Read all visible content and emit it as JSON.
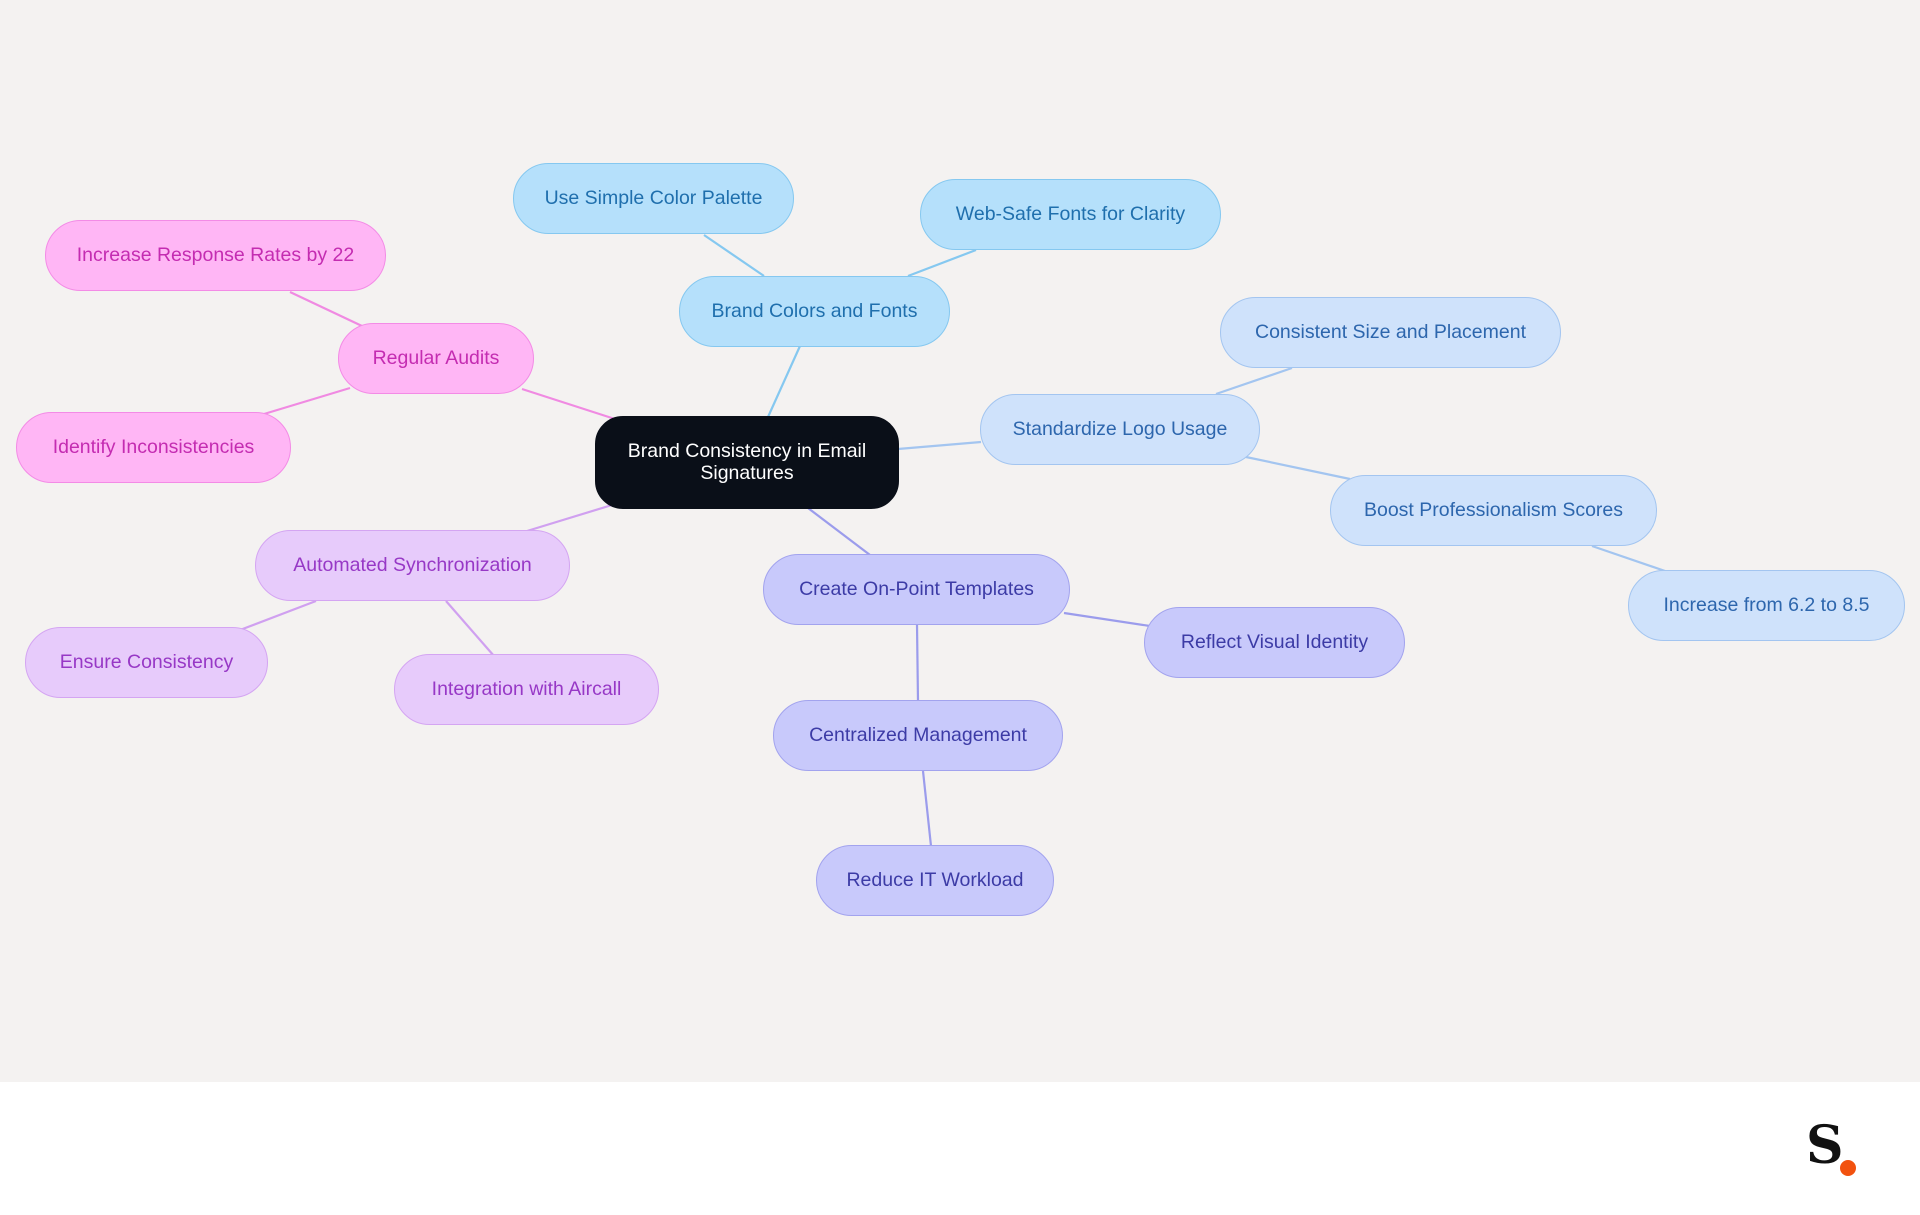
{
  "diagram": {
    "type": "mind-map",
    "root": {
      "id": "root",
      "label": "Brand Consistency in Email Signatures"
    },
    "nodes": [
      {
        "id": "colors",
        "label": "Brand Colors and Fonts",
        "parent": "root",
        "color": "sky"
      },
      {
        "id": "palette",
        "label": "Use Simple Color Palette",
        "parent": "colors",
        "color": "sky"
      },
      {
        "id": "fonts",
        "label": "Web-Safe Fonts for Clarity",
        "parent": "colors",
        "color": "sky"
      },
      {
        "id": "logo",
        "label": "Standardize Logo Usage",
        "parent": "root",
        "color": "blue"
      },
      {
        "id": "size",
        "label": "Consistent Size and Placement",
        "parent": "logo",
        "color": "blue"
      },
      {
        "id": "prof",
        "label": "Boost Professionalism Scores",
        "parent": "logo",
        "color": "blue"
      },
      {
        "id": "incr",
        "label": "Increase from 6.2 to 8.5",
        "parent": "prof",
        "color": "blue"
      },
      {
        "id": "tmpl",
        "label": "Create On-Point Templates",
        "parent": "root",
        "color": "indigo"
      },
      {
        "id": "visual",
        "label": "Reflect Visual Identity",
        "parent": "tmpl",
        "color": "indigo"
      },
      {
        "id": "central",
        "label": "Centralized Management",
        "parent": "tmpl",
        "color": "indigo"
      },
      {
        "id": "it",
        "label": "Reduce IT Workload",
        "parent": "central",
        "color": "indigo"
      },
      {
        "id": "auto",
        "label": "Automated Synchronization",
        "parent": "root",
        "color": "violet"
      },
      {
        "id": "ensure",
        "label": "Ensure Consistency",
        "parent": "auto",
        "color": "violet"
      },
      {
        "id": "aircall",
        "label": "Integration with Aircall",
        "parent": "auto",
        "color": "violet"
      },
      {
        "id": "audits",
        "label": "Regular Audits",
        "parent": "root",
        "color": "pink"
      },
      {
        "id": "resp",
        "label": "Increase Response Rates by 22",
        "parent": "audits",
        "color": "pink"
      },
      {
        "id": "incons",
        "label": "Identify Inconsistencies",
        "parent": "audits",
        "color": "pink"
      }
    ]
  },
  "colors": {
    "sky": "#85c8f0",
    "blue": "#a3c5f0",
    "indigo": "#9b9cec",
    "violet": "#d0a0f0",
    "pink": "#f08ae2",
    "root": "#0a0f18",
    "accent_dot": "#f2520f"
  },
  "footer": {
    "logo_icon": "s-dot-logo-icon"
  }
}
